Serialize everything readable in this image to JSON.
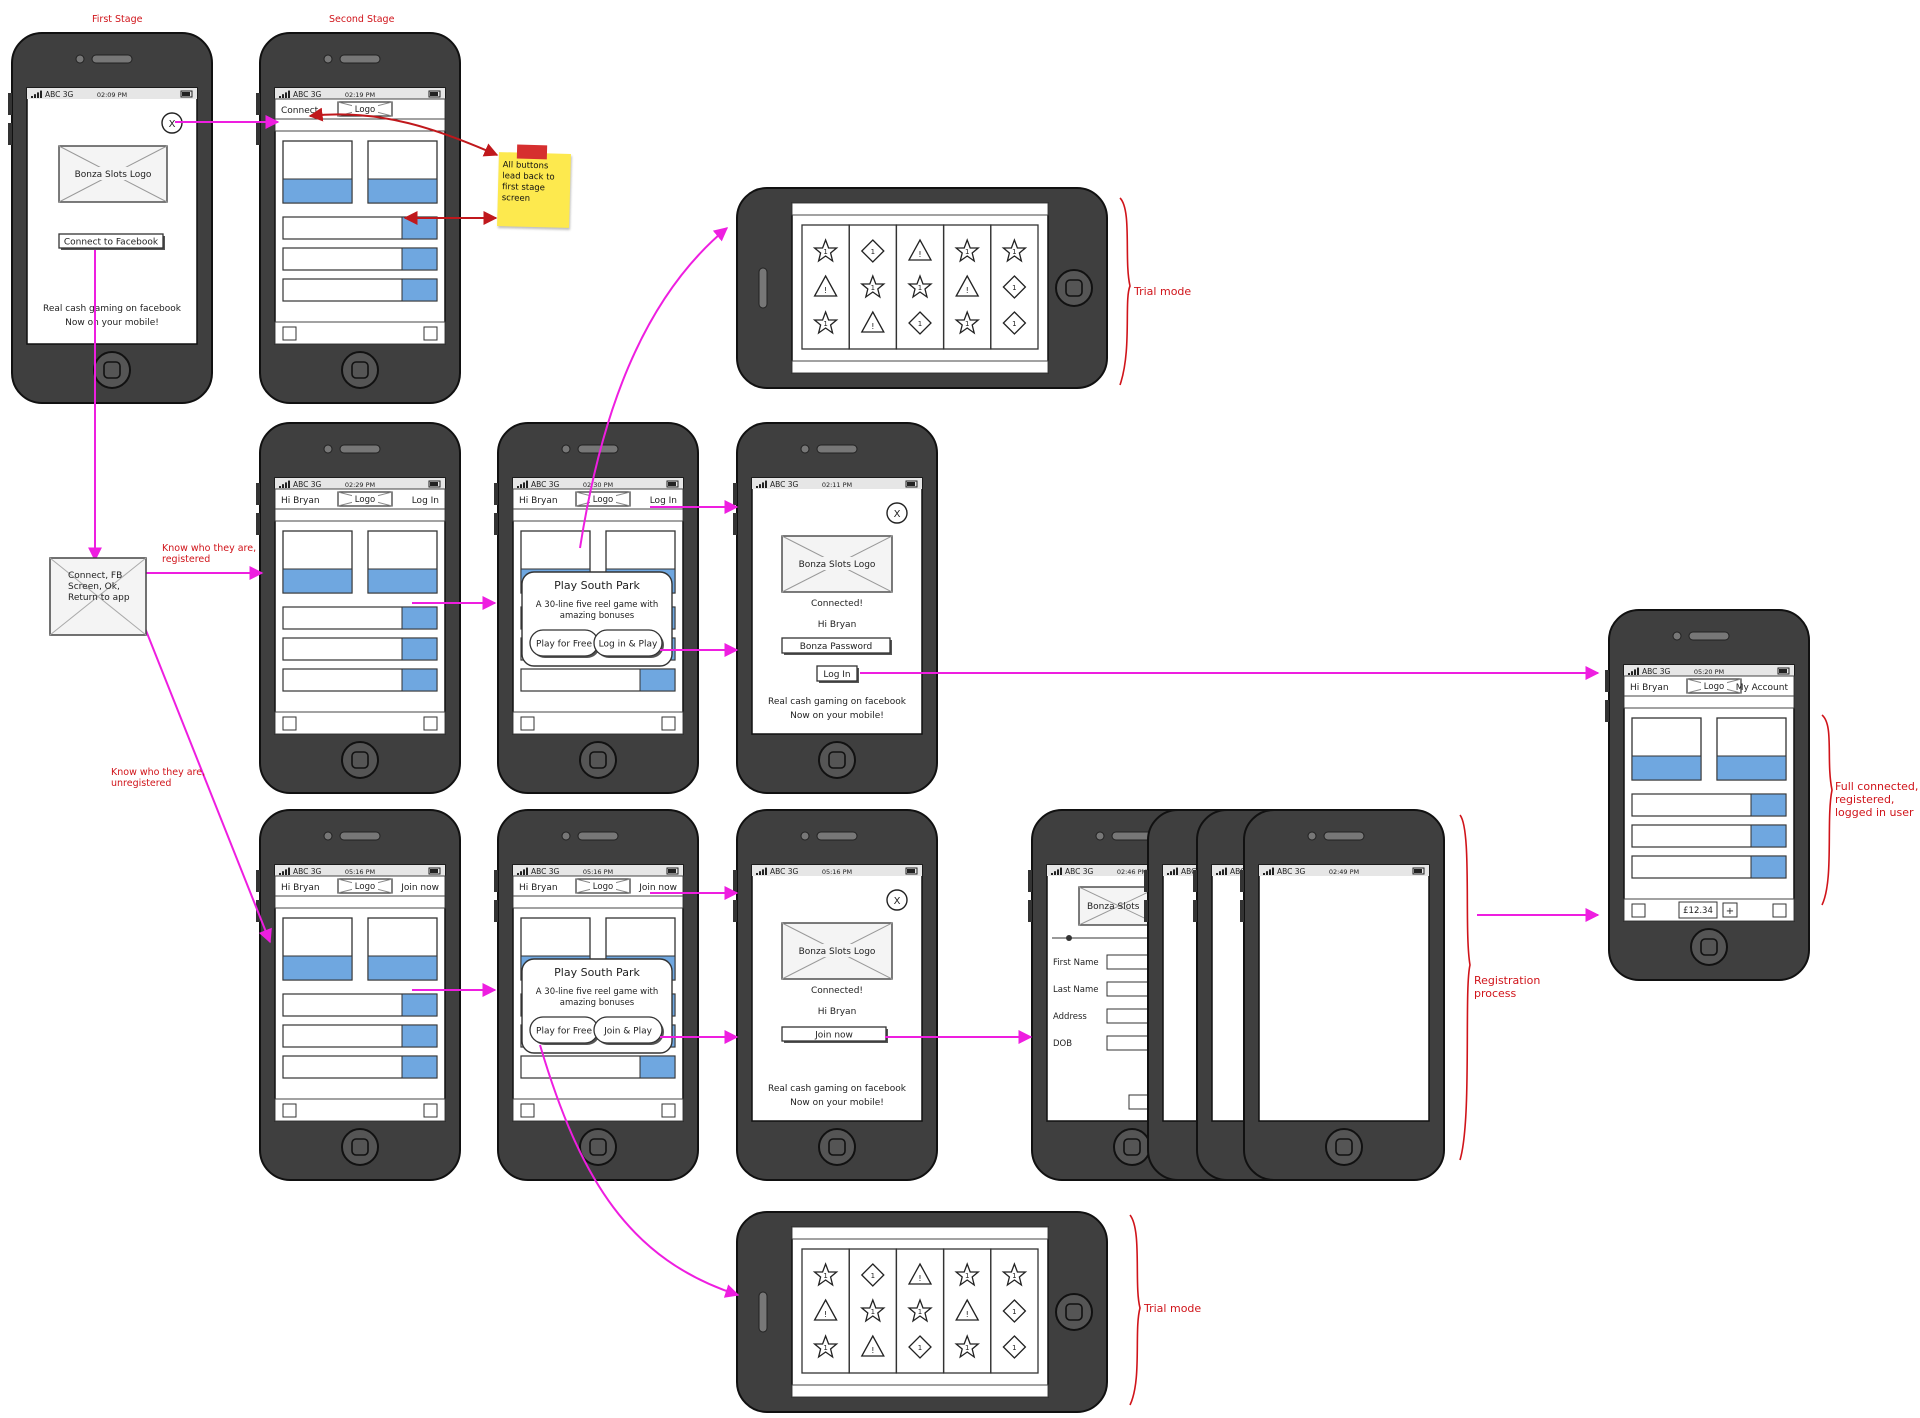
{
  "labels": {
    "first_stage": "First Stage",
    "second_stage": "Second Stage",
    "know_registered": "Know who they are, registered",
    "know_unregistered": "Know who they are, unregistered",
    "trial_mode": "Trial mode",
    "registration_process": "Registration process",
    "full_connected": "Full connected, registered, logged in user"
  },
  "sticky_note": "All buttons lead back to first stage screen",
  "fb_box": "Connect, FB Screen, Ok, Return to app",
  "status": {
    "carrier": "ABC 3G",
    "t1": "02:09 PM",
    "t2": "02:19 PM",
    "t3": "02:29 PM",
    "t4": "02:30 PM",
    "t5": "02:11 PM",
    "t6": "05:16 PM",
    "t7": "02:46 PM",
    "t8": "02:49 PM",
    "t9": "05:20 PM"
  },
  "screens": {
    "close": "X",
    "logo": "Bonza Slots Logo",
    "connect_fb": "Connect to Facebook",
    "tagline1": "Real cash gaming on facebook",
    "tagline2": "Now on your mobile!",
    "nav_connect": "Connect",
    "nav_logo": "Logo",
    "hi": "Hi Bryan",
    "login": "Log In",
    "join": "Join now",
    "my_account": "My Account",
    "popup_title": "Play South Park",
    "popup_desc1": "A 30-line five reel game with",
    "popup_desc2": "amazing bonuses",
    "play_free": "Play for Free",
    "login_play": "Log in & Play",
    "join_play": "Join & Play",
    "connected": "Connected!",
    "password": "Bonza Password",
    "balance": "£12.34",
    "plus": "+",
    "first_name": "First Name",
    "last_name": "Last Name",
    "address": "Address",
    "dob": "DOB",
    "logo_short": "Bonza Slots"
  },
  "slot_symbols": [
    [
      "star",
      "diamond",
      "warning",
      "star",
      "star"
    ],
    [
      "warning",
      "star",
      "star",
      "warning",
      "diamond"
    ],
    [
      "star",
      "warning",
      "diamond",
      "star",
      "diamond"
    ]
  ],
  "colors": {
    "phone_body": "#3f3f3f",
    "flow_arrow": "#ee1ee0",
    "annotation": "#d0141a",
    "note_arrow": "#c0181c",
    "tile_blue": "#6fa7e0",
    "sticky": "#fde94e"
  }
}
